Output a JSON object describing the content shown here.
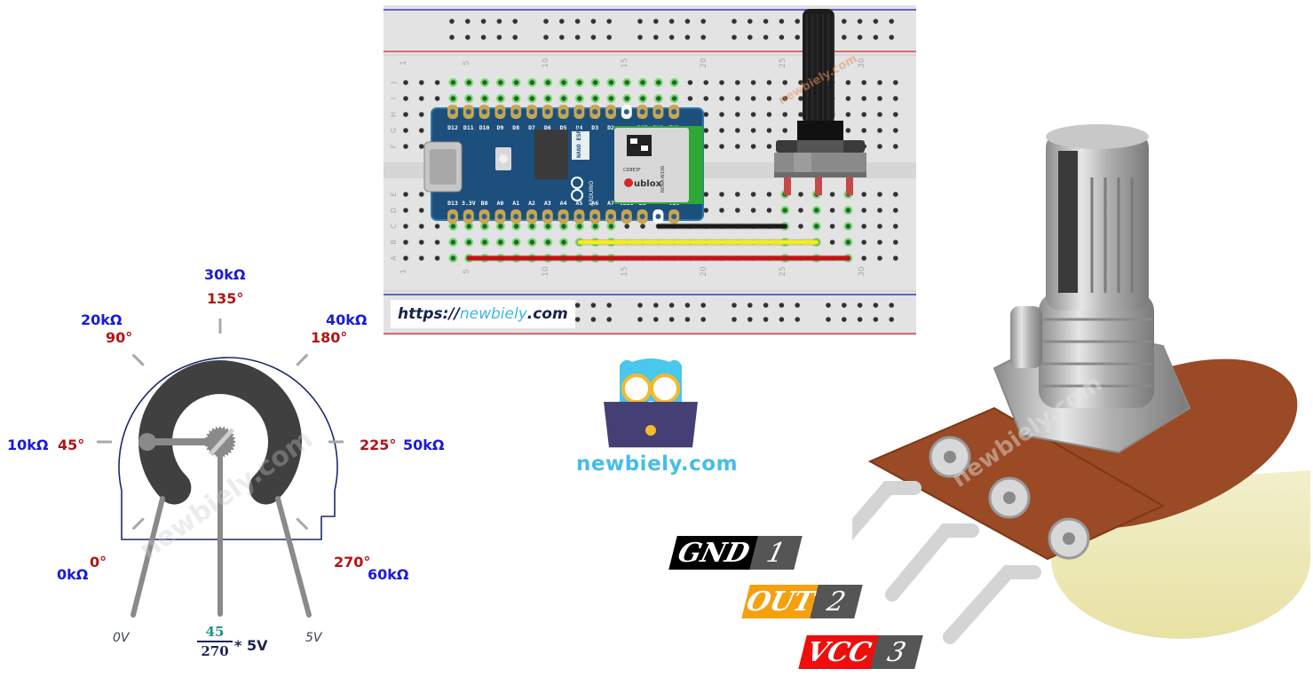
{
  "schematic": {
    "ticks": [
      {
        "angle_deg": 0,
        "resistance": "0kΩ",
        "degree": "0°"
      },
      {
        "angle_deg": 45,
        "resistance": "10kΩ",
        "degree": "45°"
      },
      {
        "angle_deg": 90,
        "resistance": "20kΩ",
        "degree": "90°"
      },
      {
        "angle_deg": 135,
        "resistance": "30kΩ",
        "degree": "135°"
      },
      {
        "angle_deg": 180,
        "resistance": "40kΩ",
        "degree": "180°"
      },
      {
        "angle_deg": 225,
        "resistance": "50kΩ",
        "degree": "225°"
      },
      {
        "angle_deg": 270,
        "resistance": "60kΩ",
        "degree": "270°"
      }
    ],
    "wiper_angle_deg": 45,
    "pin_left_label": "0V",
    "pin_right_label": "5V",
    "formula": {
      "numerator": "45",
      "denominator": "270",
      "suffix": "* 5V"
    },
    "watermark": "newbiely.com"
  },
  "breadboard": {
    "column_labels": [
      "1",
      "5",
      "10",
      "15",
      "20",
      "25",
      "30"
    ],
    "row_labels_top": [
      "J",
      "I",
      "H",
      "G",
      "F"
    ],
    "row_labels_bottom": [
      "E",
      "D",
      "C",
      "B",
      "A"
    ],
    "url": {
      "prefix": "https://",
      "accent": "newbiely",
      "suffix": ".com"
    },
    "board": {
      "name": "NANO ESP32",
      "brand": "ARDUINO",
      "top_pins": [
        "D12",
        "D11",
        "D10",
        "D9",
        "D8",
        "D7",
        "D6",
        "D5",
        "D4",
        "D3",
        "D2",
        "",
        "RST",
        "RX0",
        "TX1"
      ],
      "bottom_pins": [
        "D13",
        "3.3V",
        "B0",
        "A0",
        "A1",
        "A2",
        "A3",
        "A4",
        "A5",
        "A6",
        "A7",
        "VBUS",
        "B1",
        "",
        "VIN"
      ],
      "button_label": "RST",
      "module_brand": "ublox",
      "module_code": "CD8E3F",
      "module_model": "NORA-W106"
    },
    "wires": [
      {
        "name": "black-wire",
        "color": "#1a1a1a",
        "from_col": 17,
        "to_col": 25,
        "row": "C"
      },
      {
        "name": "yellow-wire",
        "color": "#f2ee1a",
        "from_col": 12,
        "to_col": 27,
        "row": "B"
      },
      {
        "name": "red-wire",
        "color": "#c41212",
        "from_col": 5,
        "to_col": 29,
        "row": "A"
      }
    ],
    "watermark": "newbiely.com"
  },
  "logo": {
    "text": "newbiely.com"
  },
  "pinout": [
    {
      "name": "GND",
      "number": "1",
      "color": "#000000"
    },
    {
      "name": "OUT",
      "number": "2",
      "color": "#f5a00f"
    },
    {
      "name": "VCC",
      "number": "3",
      "color": "#ee0e0e"
    }
  ],
  "photo": {
    "watermark": "newbiely.com"
  }
}
